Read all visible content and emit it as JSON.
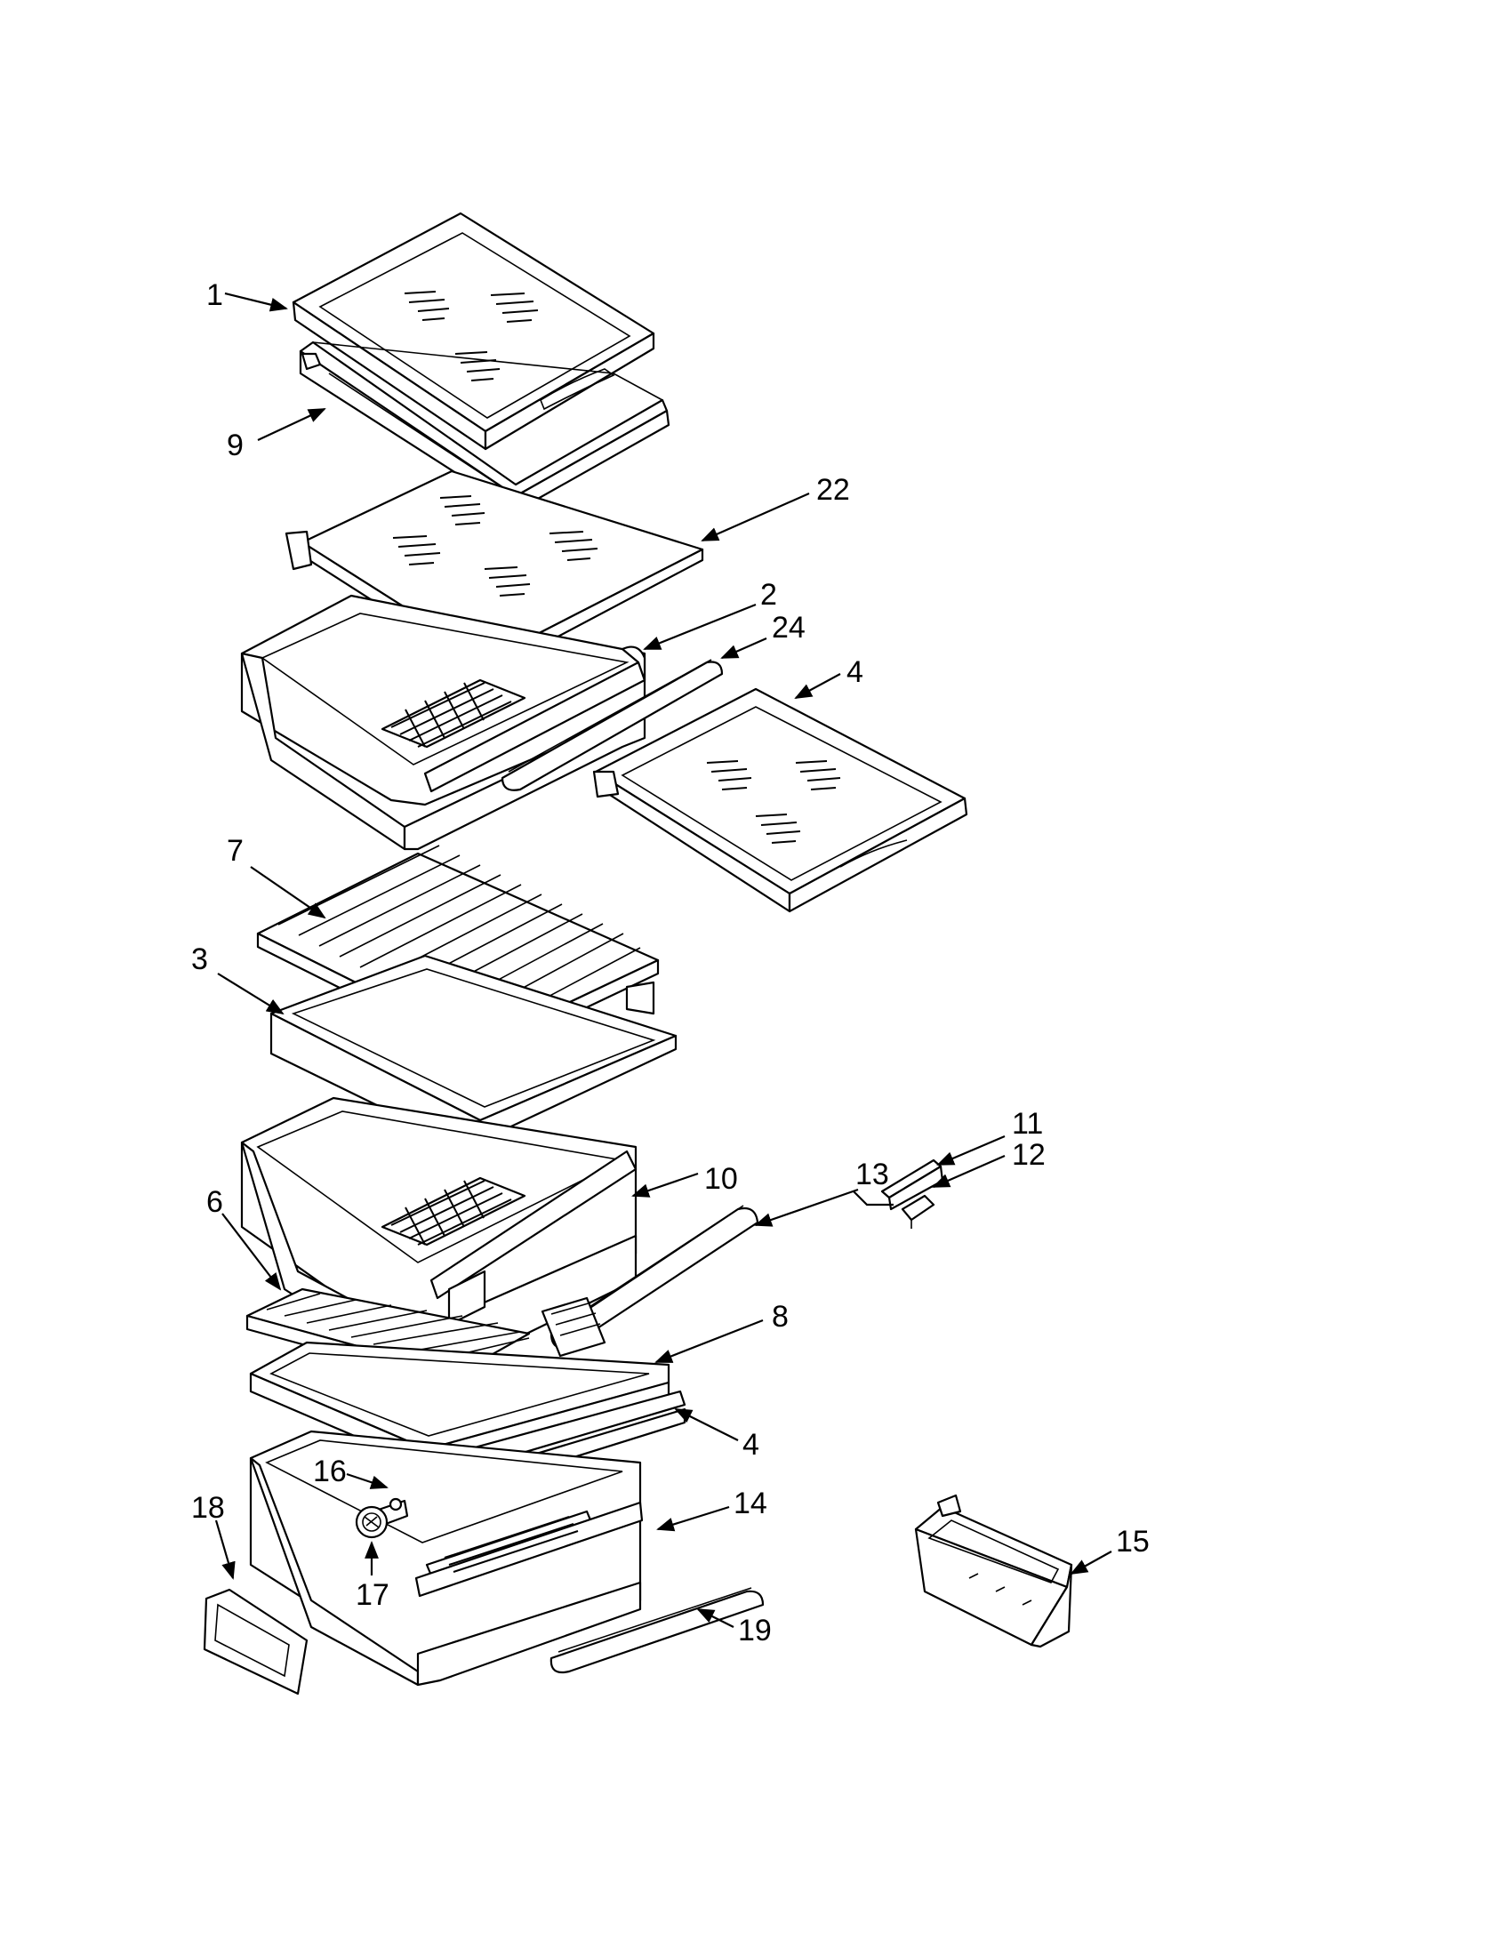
{
  "callouts": [
    {
      "id": "1",
      "text": "1"
    },
    {
      "id": "9",
      "text": "9"
    },
    {
      "id": "22",
      "text": "22"
    },
    {
      "id": "2",
      "text": "2"
    },
    {
      "id": "24",
      "text": "24"
    },
    {
      "id": "4a",
      "text": "4"
    },
    {
      "id": "7",
      "text": "7"
    },
    {
      "id": "3",
      "text": "3"
    },
    {
      "id": "11",
      "text": "11"
    },
    {
      "id": "12",
      "text": "12"
    },
    {
      "id": "13",
      "text": "13"
    },
    {
      "id": "10",
      "text": "10"
    },
    {
      "id": "6",
      "text": "6"
    },
    {
      "id": "8",
      "text": "8"
    },
    {
      "id": "4b",
      "text": "4"
    },
    {
      "id": "16",
      "text": "16"
    },
    {
      "id": "14",
      "text": "14"
    },
    {
      "id": "18",
      "text": "18"
    },
    {
      "id": "15",
      "text": "15"
    },
    {
      "id": "17",
      "text": "17"
    },
    {
      "id": "19",
      "text": "19"
    }
  ]
}
